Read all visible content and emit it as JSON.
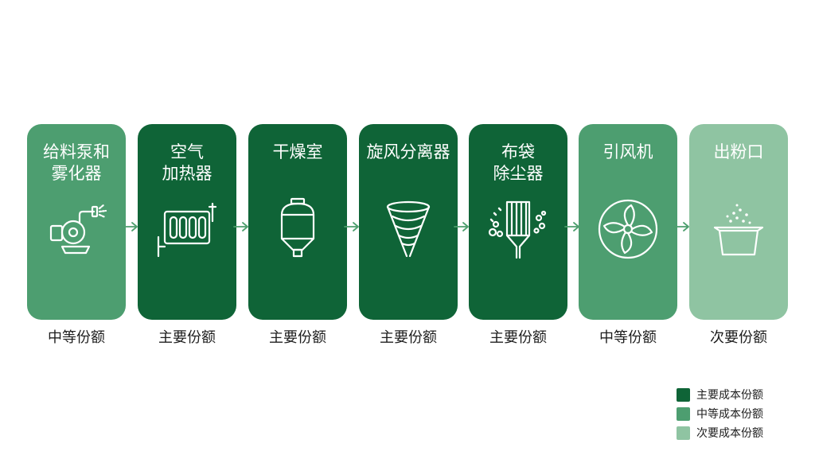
{
  "colors": {
    "major": "#0f6437",
    "medium": "#4d9e70",
    "minor": "#8fc4a2",
    "arrow": "#4e9f6e"
  },
  "stages": [
    {
      "title": "给料泵和\n雾化器",
      "cost_label": "中等份额",
      "tier": "medium",
      "icon": "pump-atomizer-icon"
    },
    {
      "title": "空气\n加热器",
      "cost_label": "主要份额",
      "tier": "major",
      "icon": "heater-icon"
    },
    {
      "title": "干燥室",
      "cost_label": "主要份额",
      "tier": "major",
      "icon": "drying-chamber-icon"
    },
    {
      "title": "旋风分离器",
      "cost_label": "主要份额",
      "tier": "major",
      "icon": "cyclone-icon"
    },
    {
      "title": "布袋\n除尘器",
      "cost_label": "主要份额",
      "tier": "major",
      "icon": "bag-filter-icon"
    },
    {
      "title": "引风机",
      "cost_label": "中等份额",
      "tier": "medium",
      "icon": "fan-icon"
    },
    {
      "title": "出粉口",
      "cost_label": "次要份额",
      "tier": "minor",
      "icon": "powder-outlet-icon"
    }
  ],
  "legend": [
    {
      "label": "主要成本份额",
      "tier": "major"
    },
    {
      "label": "中等成本份额",
      "tier": "medium"
    },
    {
      "label": "次要成本份额",
      "tier": "minor"
    }
  ]
}
